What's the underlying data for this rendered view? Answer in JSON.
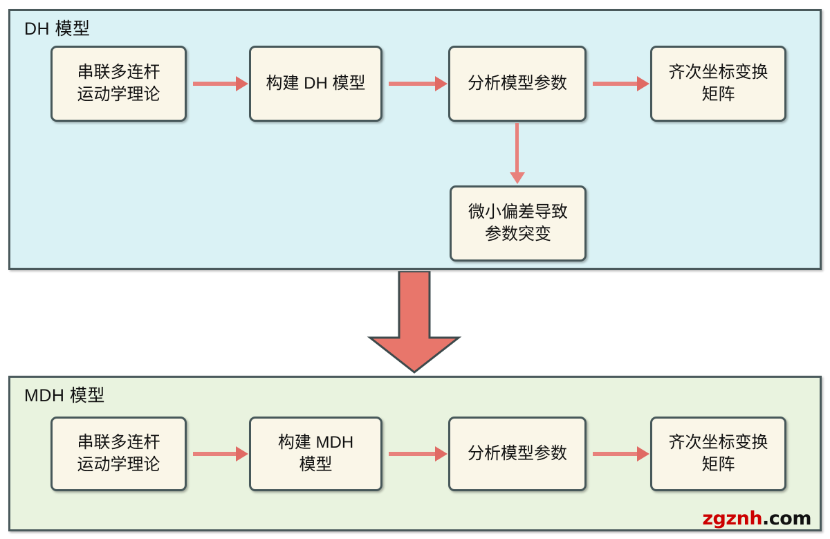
{
  "diagram": {
    "type": "flowchart",
    "title_top": "DH 模型",
    "title_bottom": "MDH 模型",
    "colors": {
      "top_panel_bg": "#daf2f5",
      "bottom_panel_bg": "#e9f3df",
      "node_bg": "#faf6e8",
      "node_border": "#47585a",
      "panel_border": "#4a5a5c",
      "arrow": "#e8817c",
      "big_arrow_fill": "#e8766b",
      "big_arrow_stroke": "#3d4a4c",
      "text": "#111111",
      "watermark_red": "#cc0000",
      "watermark_black": "#111111"
    }
  },
  "dh_section": {
    "label": "DH 模型",
    "nodes": [
      {
        "id": "dh-n1",
        "text": "串联多连杆\n运动学理论"
      },
      {
        "id": "dh-n2",
        "text": "构建 DH 模型"
      },
      {
        "id": "dh-n3",
        "text": "分析模型参数"
      },
      {
        "id": "dh-n4",
        "text": "齐次坐标变换\n矩阵"
      },
      {
        "id": "dh-n5",
        "text": "微小偏差导致\n参数突变"
      }
    ],
    "edges": [
      {
        "from": "dh-n1",
        "to": "dh-n2",
        "direction": "right"
      },
      {
        "from": "dh-n2",
        "to": "dh-n3",
        "direction": "right"
      },
      {
        "from": "dh-n3",
        "to": "dh-n4",
        "direction": "right"
      },
      {
        "from": "dh-n3",
        "to": "dh-n5",
        "direction": "down"
      }
    ]
  },
  "transition": {
    "icon": "down-arrow-icon",
    "from_section": "DH 模型",
    "to_section": "MDH 模型"
  },
  "mdh_section": {
    "label": "MDH 模型",
    "nodes": [
      {
        "id": "mdh-n1",
        "text": "串联多连杆\n运动学理论"
      },
      {
        "id": "mdh-n2",
        "text": "构建 MDH\n模型"
      },
      {
        "id": "mdh-n3",
        "text": "分析模型参数"
      },
      {
        "id": "mdh-n4",
        "text": "齐次坐标变换\n矩阵"
      }
    ],
    "edges": [
      {
        "from": "mdh-n1",
        "to": "mdh-n2",
        "direction": "right"
      },
      {
        "from": "mdh-n2",
        "to": "mdh-n3",
        "direction": "right"
      },
      {
        "from": "mdh-n3",
        "to": "mdh-n4",
        "direction": "right"
      }
    ]
  },
  "watermark": {
    "primary": "zgznh",
    "suffix": ".com"
  }
}
